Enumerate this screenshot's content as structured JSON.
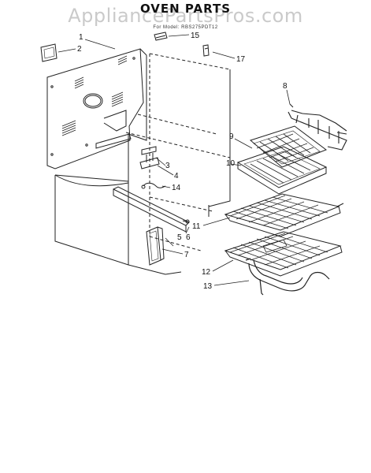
{
  "diagram": {
    "title": "OVEN PARTS",
    "watermark": "AppliancePartsPros.com",
    "subtitle": "For Model: RBS275PDT12",
    "callouts": [
      "1",
      "2",
      "3",
      "4",
      "5",
      "6",
      "7",
      "8",
      "9",
      "10",
      "11",
      "12",
      "13",
      "14",
      "15",
      "17"
    ]
  }
}
